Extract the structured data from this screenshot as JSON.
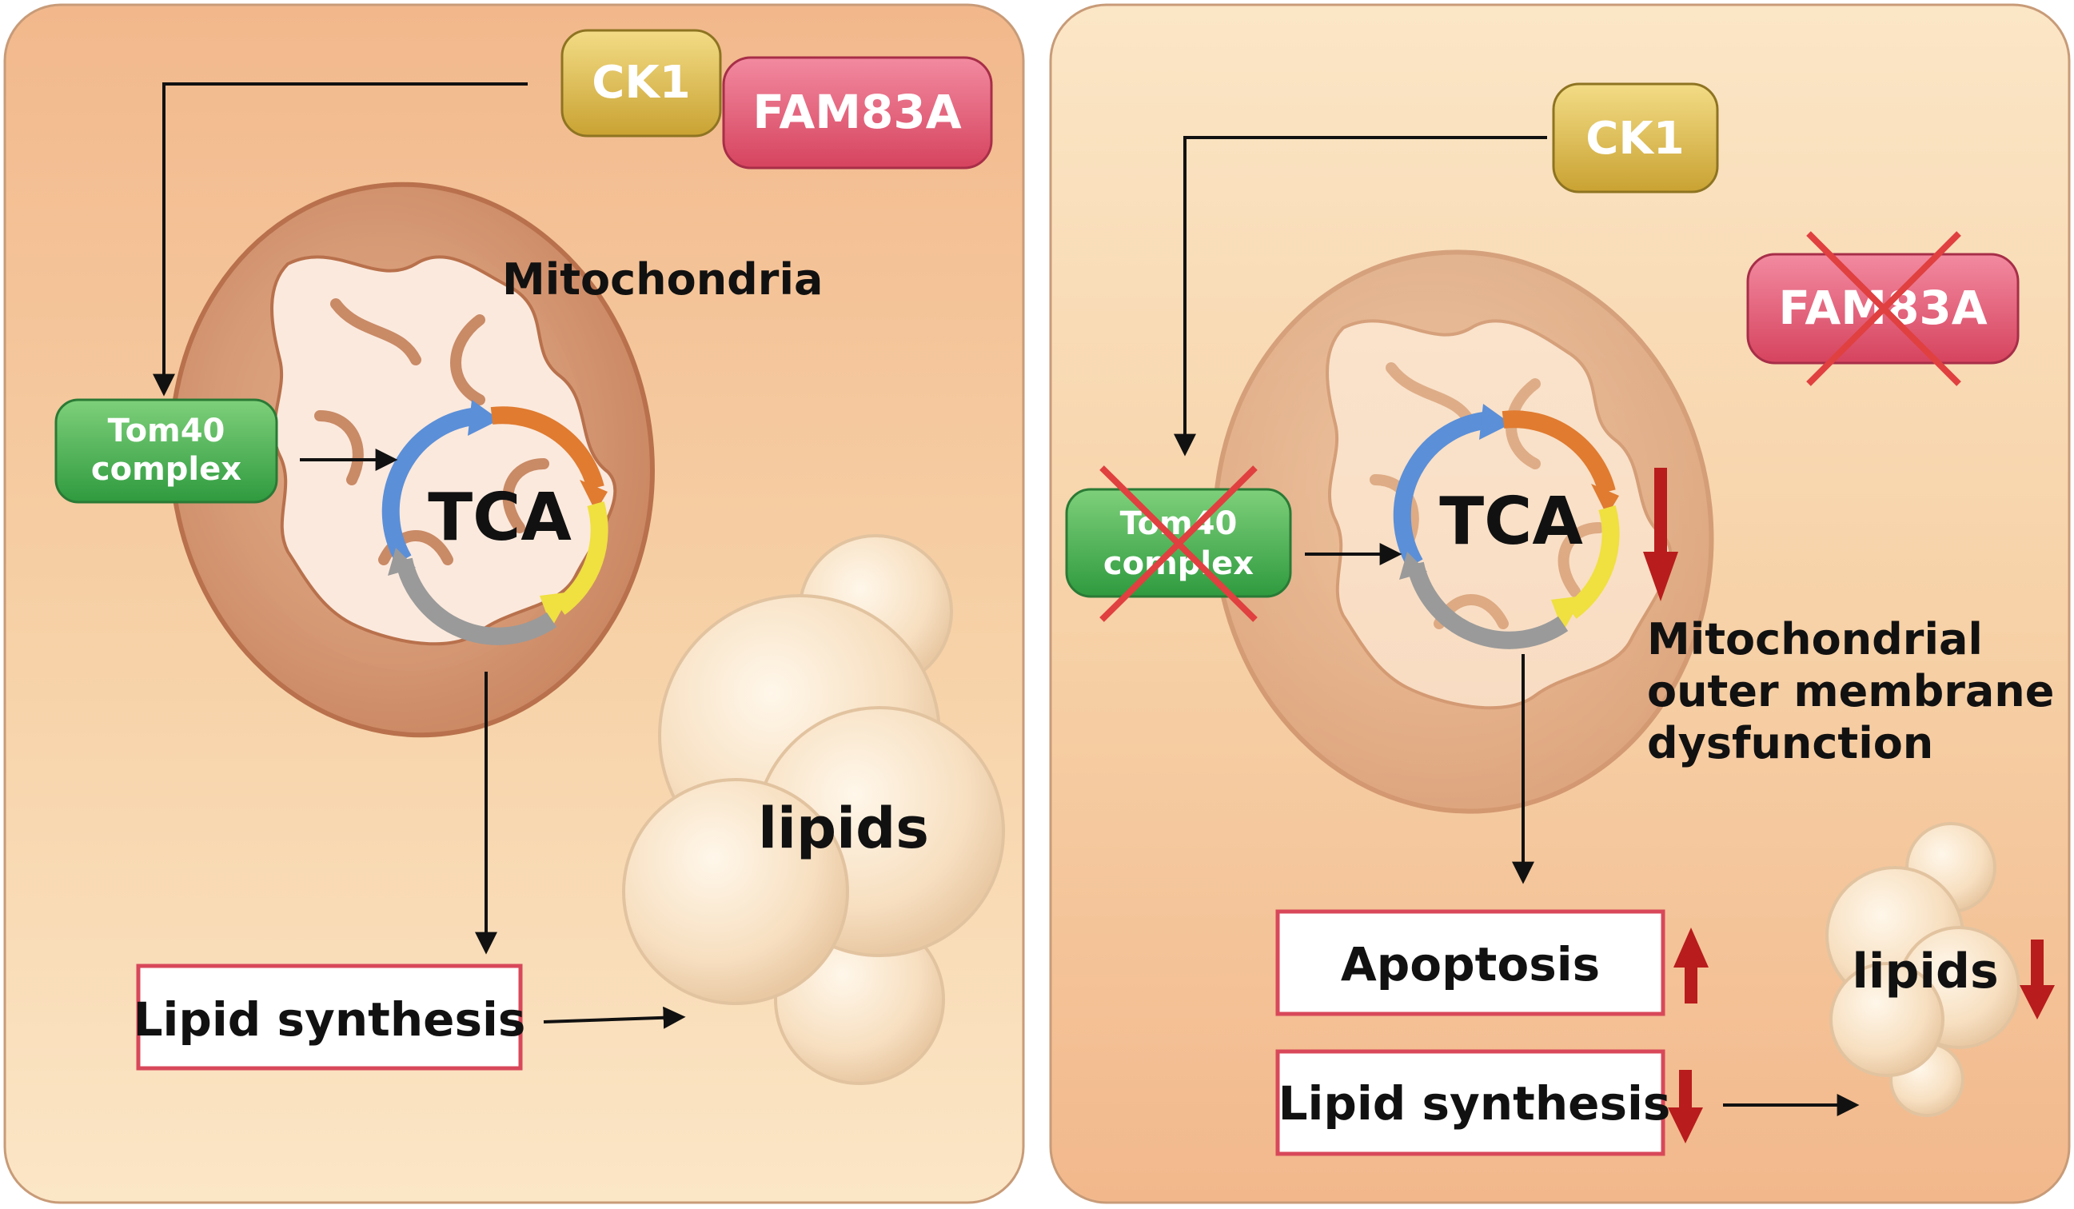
{
  "left_panel": {
    "ck1": "CK1",
    "fam83a": "FAM83A",
    "mitochondria": "Mitochondria",
    "tom40_line1": "Tom40",
    "tom40_line2": "complex",
    "tca": "TCA",
    "lipids": "lipids",
    "lipid_synthesis": "Lipid synthesis"
  },
  "right_panel": {
    "ck1": "CK1",
    "fam83a": "FAM83A",
    "tom40_line1": "Tom40",
    "tom40_line2": "complex",
    "tca": "TCA",
    "mito_line1": "Mitochondrial",
    "mito_line2": "outer membrane",
    "mito_line3": "dysfunction",
    "apoptosis": "Apoptosis",
    "lipid_synthesis": "Lipid synthesis",
    "lipids": "lipids"
  },
  "colors": {
    "ck1_fill": "#d9b94a",
    "fam83a_fill": "#e05a72",
    "tom40_fill": "#3ea84a",
    "cross_red": "#e04040",
    "arrow_dark_red": "#b81c1c",
    "tca_blue": "#5b8fd8",
    "tca_orange": "#e07b30",
    "tca_yellow": "#f0e040",
    "tca_gray": "#9a9a9a",
    "box_border": "#d8485a"
  }
}
